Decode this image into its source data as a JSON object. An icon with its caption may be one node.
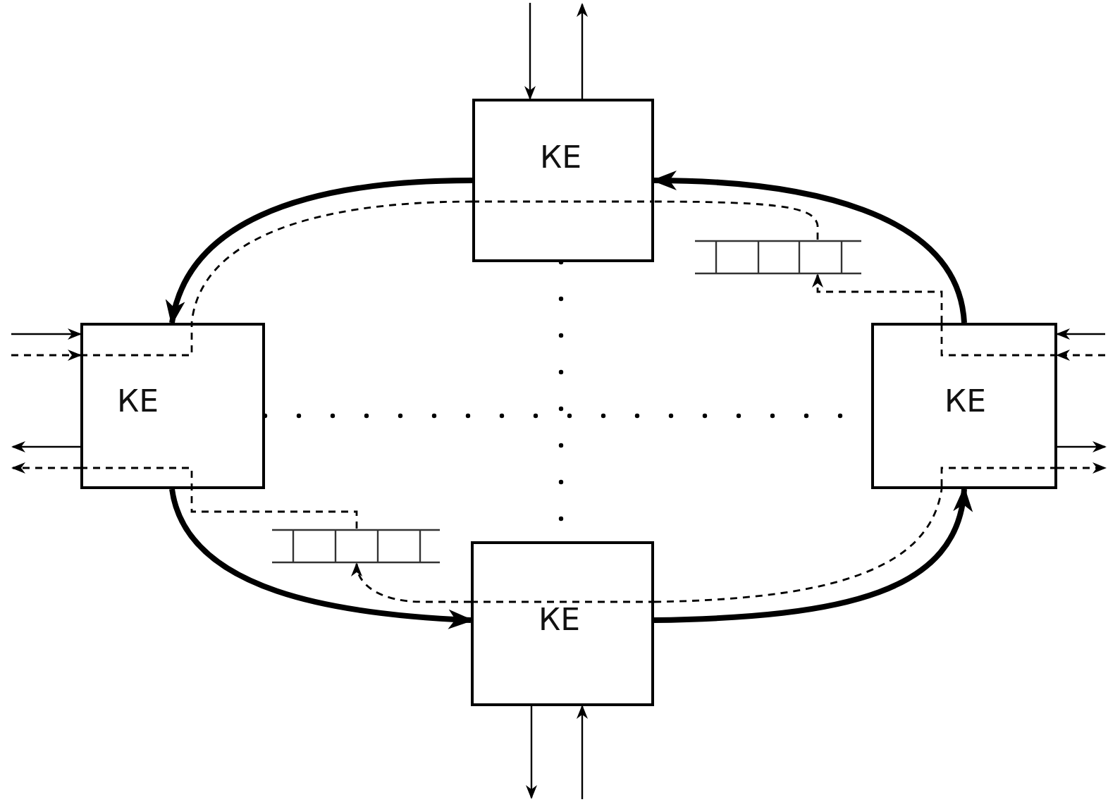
{
  "diagram": {
    "nodes": [
      {
        "text": [
          "КЕ"
        ]
      },
      {
        "text": [
          "КЕ"
        ]
      },
      {
        "text": [
          "КЕ"
        ]
      },
      {
        "text": [
          "КЕ"
        ]
      },
      {
        "text": [],
        "shape": "box"
      },
      {
        "text": [],
        "shape": "box"
      }
    ],
    "edges": [
      {
        "from": 0,
        "to": 1,
        "arrow": "to",
        "style": "thick"
      },
      {
        "from": 1,
        "to": 3,
        "arrow": "to",
        "style": "thick"
      },
      {
        "from": 3,
        "to": 2,
        "arrow": "to",
        "style": "thick"
      },
      {
        "from": 2,
        "to": 0,
        "arrow": "to",
        "style": "thick"
      },
      {
        "from": 1,
        "to": 2,
        "arrow": "none",
        "style": "dashed"
      },
      {
        "from": 0,
        "to": 3,
        "arrow": "none",
        "style": "dashed"
      },
      {
        "from": 0,
        "to": 1,
        "arrow": "none",
        "style": "dashed"
      },
      {
        "from": 4,
        "to": 0,
        "arrow": "none",
        "style": "dashed"
      },
      {
        "from": 2,
        "to": 4,
        "arrow": "to",
        "style": "dashed"
      },
      {
        "from": 3,
        "to": 5,
        "arrow": "to",
        "style": "dashed"
      },
      {
        "from": 5,
        "to": 1,
        "arrow": "none",
        "style": "dashed"
      },
      {
        "from": 3,
        "to": 2,
        "arrow": "none",
        "style": "dashed"
      },
      {
        "from": null,
        "to": 0,
        "arrow": "to"
      },
      {
        "from": 0,
        "to": null,
        "arrow": "to"
      },
      {
        "from": 3,
        "to": null,
        "arrow": "to"
      },
      {
        "from": null,
        "to": 3,
        "arrow": "to"
      },
      {
        "from": null,
        "to": 1,
        "arrow": "to"
      },
      {
        "from": null,
        "to": 1,
        "arrow": "to",
        "style": "dashed"
      },
      {
        "from": 1,
        "to": null,
        "arrow": "to"
      },
      {
        "from": 1,
        "to": null,
        "arrow": "to",
        "style": "dashed"
      },
      {
        "from": null,
        "to": 2,
        "arrow": "to"
      },
      {
        "from": null,
        "to": 2,
        "arrow": "to",
        "style": "dashed"
      },
      {
        "from": 2,
        "to": null,
        "arrow": "to"
      },
      {
        "from": 2,
        "to": null,
        "arrow": "to",
        "style": "dashed"
      }
    ]
  }
}
